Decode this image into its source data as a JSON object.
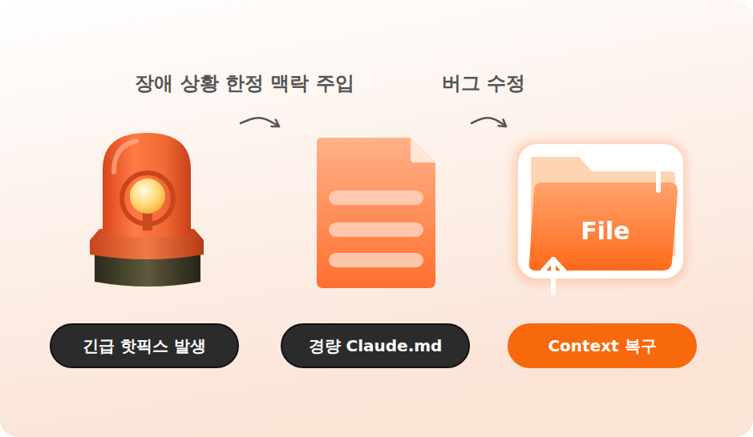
{
  "diagram": {
    "nodes": [
      {
        "text": [
          "긴급 핫픽스 발생"
        ]
      },
      {
        "text": [
          "경량 Claude.md"
        ]
      },
      {
        "text": [
          "Context 복구"
        ]
      }
    ],
    "edges": [
      {
        "from": 0,
        "to": 1,
        "arrow": "to",
        "label": "장애 상황 한정 맥락 주입"
      },
      {
        "from": 1,
        "to": 2,
        "arrow": "to",
        "label": "버그 수정"
      }
    ],
    "labels": [
      "File"
    ]
  }
}
